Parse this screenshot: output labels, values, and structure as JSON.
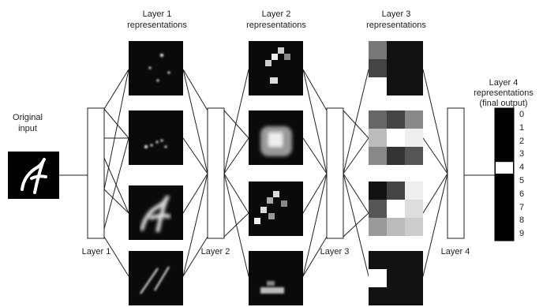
{
  "input": {
    "label_line1": "Original",
    "label_line2": "input"
  },
  "layers": [
    {
      "label": "Layer 1",
      "header_line1": "Layer 1",
      "header_line2": "representations"
    },
    {
      "label": "Layer 2",
      "header_line1": "Layer 2",
      "header_line2": "representations"
    },
    {
      "label": "Layer 3",
      "header_line1": "Layer 3",
      "header_line2": "representations"
    },
    {
      "label": "Layer 4"
    }
  ],
  "output": {
    "header_line1": "Layer 4",
    "header_line2": "representations",
    "header_line3": "(final output)",
    "digits": [
      "0",
      "1",
      "2",
      "3",
      "4",
      "5",
      "6",
      "7",
      "8",
      "9"
    ],
    "active_digit_index": 4
  }
}
